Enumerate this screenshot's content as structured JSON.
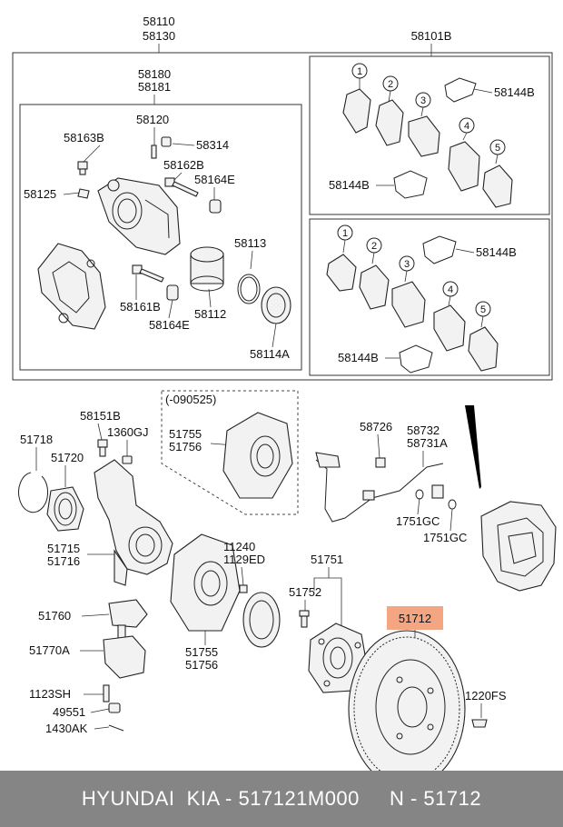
{
  "labels": {
    "p58110": "58110",
    "p58130": "58130",
    "p58180": "58180",
    "p58181": "58181",
    "p58120": "58120",
    "p58163B": "58163B",
    "p58314": "58314",
    "p58162B": "58162B",
    "p58164E_a": "58164E",
    "p58125": "58125",
    "p58113": "58113",
    "p58161B": "58161B",
    "p58112": "58112",
    "p58164E_b": "58164E",
    "p58114A": "58114A",
    "p58101B": "58101B",
    "p58144B_1": "58144B",
    "p58144B_2": "58144B",
    "p58144B_3": "58144B",
    "p58144B_4": "58144B",
    "p51718": "51718",
    "p51720": "51720",
    "p58151B": "58151B",
    "p1360GJ": "1360GJ",
    "p090525": "(-090525)",
    "p51755_a": "51755",
    "p51756_a": "51756",
    "p58726": "58726",
    "p58732": "58732",
    "p58731A": "58731A",
    "p1751GC_a": "1751GC",
    "p1751GC_b": "1751GC",
    "p51715": "51715",
    "p51716": "51716",
    "p11240": "11240",
    "p1129ED": "1129ED",
    "p51751": "51751",
    "p51752": "51752",
    "p51760": "51760",
    "p51770A": "51770A",
    "p51755_b": "51755",
    "p51756_b": "51756",
    "p51712": "51712",
    "p1220FS": "1220FS",
    "p1123SH": "1123SH",
    "p49551": "49551",
    "p1430AK": "1430AK"
  },
  "pad_numbers": [
    "1",
    "2",
    "3",
    "4",
    "5"
  ],
  "highlight_color": "#f4a582",
  "footer": {
    "text": "HYUNDAI  KIA - 517121M000     N - 51712",
    "background": "#858585"
  }
}
